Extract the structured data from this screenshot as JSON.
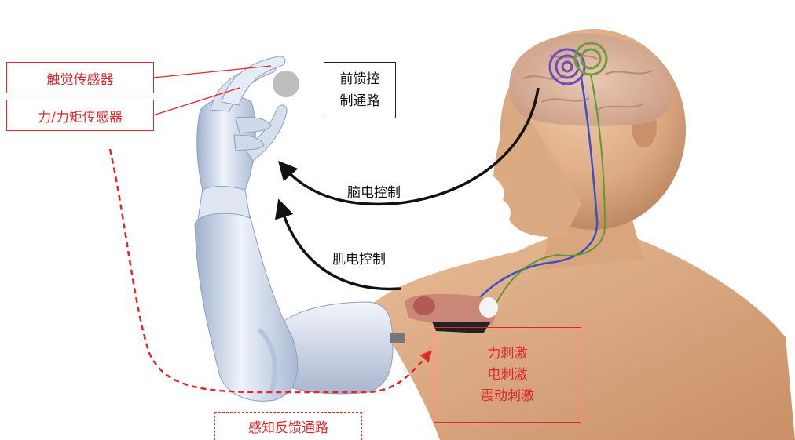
{
  "labels": {
    "tactile_sensor": "触觉传感器",
    "force_torque_sensor": "力/力矩传感器",
    "feedforward_path": [
      "前馈控",
      "制通路"
    ],
    "eeg_control": "脑电控制",
    "emg_control": "肌电控制",
    "stimulation": [
      "力刺激",
      "电刺激",
      "震动刺激"
    ],
    "feedback_path": "感知反馈通路"
  },
  "colors": {
    "accent_red": "#e0272a",
    "arrow_black": "#111111",
    "skin": "#e2b58f",
    "prosthetic": "#c9d6ea",
    "nerve_blue": "#3a4fc8",
    "nerve_green": "#5e9a2e"
  }
}
